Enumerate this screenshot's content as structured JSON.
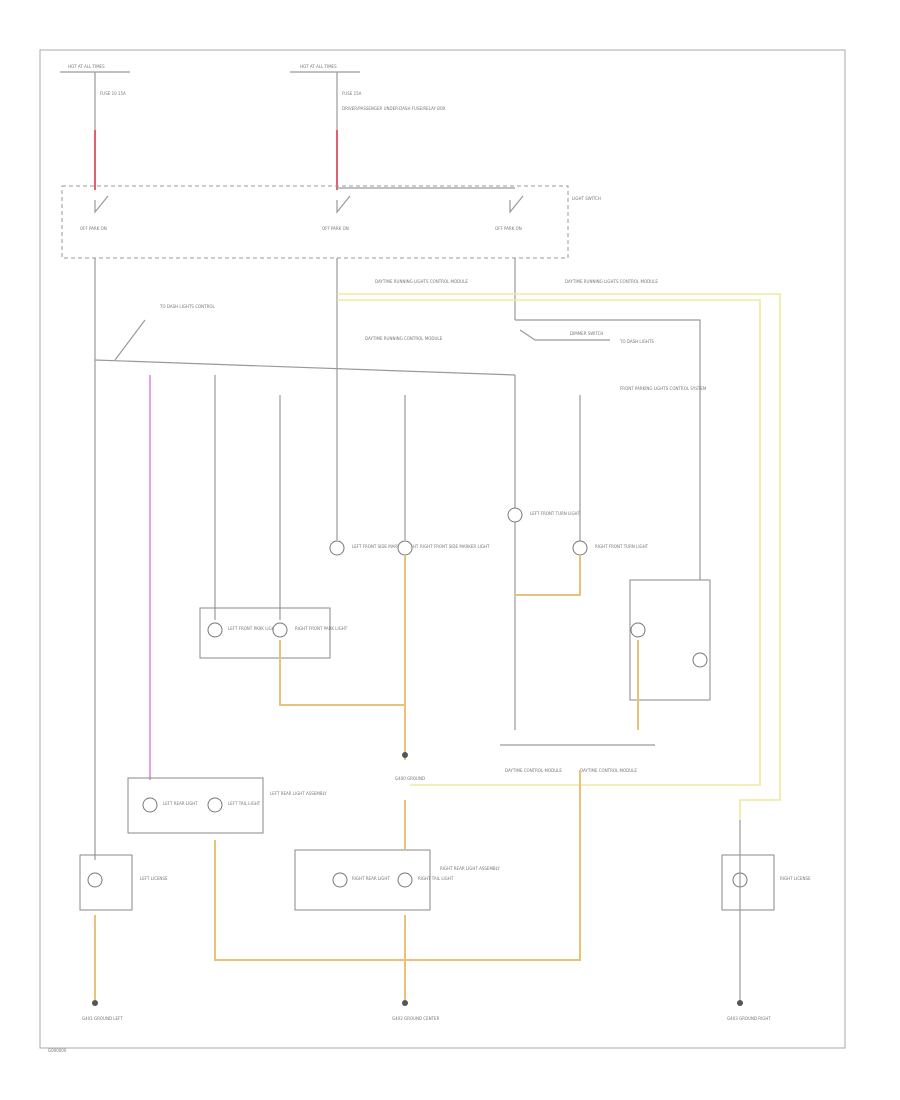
{
  "diagram": {
    "title": "",
    "labels": {
      "hot_left": "HOT AT ALL TIMES",
      "hot_mid": "HOT AT ALL TIMES",
      "fuse_left": "FUSE 10 15A",
      "fuse_mid": "FUSE 15A",
      "fuse_mid_note": "DRIVER/PASSENGER UNDER-DASH FUSE/RELAY BOX",
      "light_switch": "LIGHT SWITCH",
      "sw1": "OFF  PARK  ON",
      "sw2": "OFF  PARK  ON",
      "sw3": "OFF  PARK  ON",
      "daytime_left": "DAYTIME RUNNING LIGHTS CONTROL MODULE",
      "daytime_right": "DAYTIME RUNNING LIGHTS CONTROL MODULE",
      "dash_module": "TO DASH LIGHTS CONTROL",
      "daytime_center": "DAYTIME RUNNING CONTROL MODULE",
      "dimmer": "DIMMER SWITCH",
      "to_dash": "TO DASH LIGHTS",
      "front_marker_note": "FRONT PARKING LIGHTS CONTROL SYSTEM",
      "l_front_side": "LEFT FRONT SIDE MARKER LIGHT",
      "r_front_side": "RIGHT FRONT SIDE MARKER LIGHT",
      "r_front_park": "RIGHT FRONT PARK LIGHT",
      "l_front_park_light": "LEFT FRONT PARK LIGHT",
      "l_front_turn": "LEFT FRONT TURN LIGHT",
      "r_front_turn": "RIGHT FRONT TURN LIGHT",
      "l_rear_assembly": "LEFT REAR LIGHT ASSEMBLY",
      "l_rear_light": "LEFT REAR LIGHT",
      "l_tail": "LEFT TAIL LIGHT",
      "r_rear_assembly": "RIGHT REAR LIGHT ASSEMBLY",
      "r_rear_light": "RIGHT REAR LIGHT",
      "r_tail": "RIGHT TAIL LIGHT",
      "l_license": "LEFT LICENSE",
      "r_license": "RIGHT LICENSE",
      "ground_left": "G401 GROUND LEFT",
      "ground_center": "G402 GROUND CENTER",
      "ground_right": "G403 GROUND RIGHT",
      "ground_mid_label": "G400 GROUND",
      "ctrl_left": "DAYTIME CONTROL MODULE",
      "ctrl_right": "DAYTIME CONTROL MODULE",
      "footer": "G000000"
    }
  }
}
